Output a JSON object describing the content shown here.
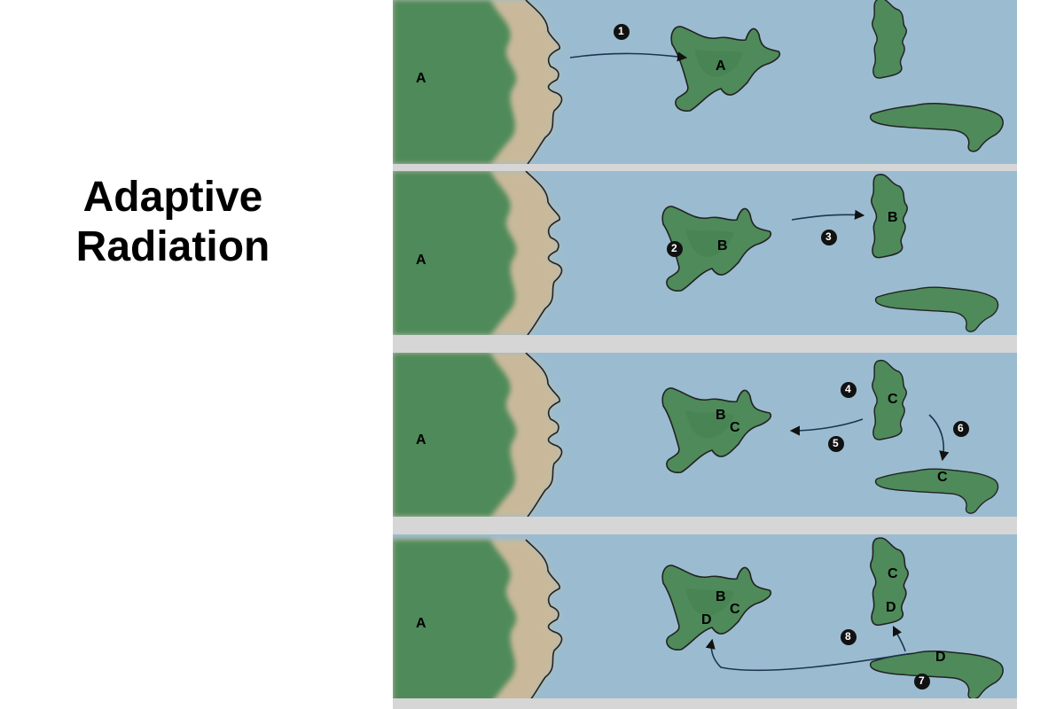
{
  "title": {
    "line1": "Adaptive",
    "line2": "Radiation"
  },
  "colors": {
    "water": "#9bbcd0",
    "land": "#4f8a5a",
    "shore": "#c9b99a",
    "divider": "#d6d6d6",
    "marker": "#111111"
  },
  "panels": [
    {
      "mainland": "A",
      "islands": {
        "central": [
          "A"
        ],
        "north": [],
        "south": []
      },
      "steps": [
        "1"
      ]
    },
    {
      "mainland": "A",
      "islands": {
        "central": [
          "B"
        ],
        "north": [
          "B"
        ],
        "south": []
      },
      "steps": [
        "2",
        "3"
      ]
    },
    {
      "mainland": "A",
      "islands": {
        "central": [
          "B",
          "C"
        ],
        "north": [
          "C"
        ],
        "south": [
          "C"
        ]
      },
      "steps": [
        "4",
        "5",
        "6"
      ]
    },
    {
      "mainland": "A",
      "islands": {
        "central": [
          "B",
          "C",
          "D"
        ],
        "north": [
          "C",
          "D"
        ],
        "south": [
          "D"
        ]
      },
      "steps": [
        "7",
        "8"
      ]
    }
  ]
}
